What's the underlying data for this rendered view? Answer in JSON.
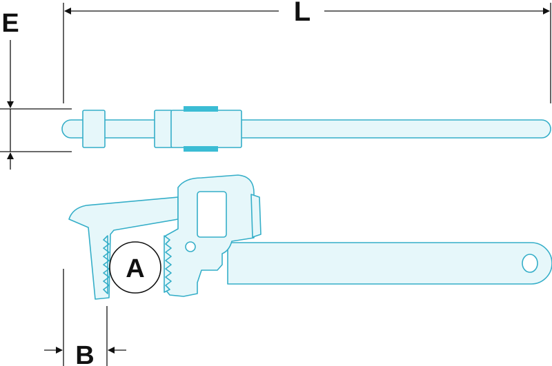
{
  "labels": {
    "length": "L",
    "height": "E",
    "capacity": "A",
    "jaw_width": "B"
  },
  "colors": {
    "tool_fill": "#e6f7fa",
    "tool_stroke": "#34aec8",
    "accent": "#3bbcd4",
    "dimension_line": "#111111",
    "background": "#ffffff"
  }
}
